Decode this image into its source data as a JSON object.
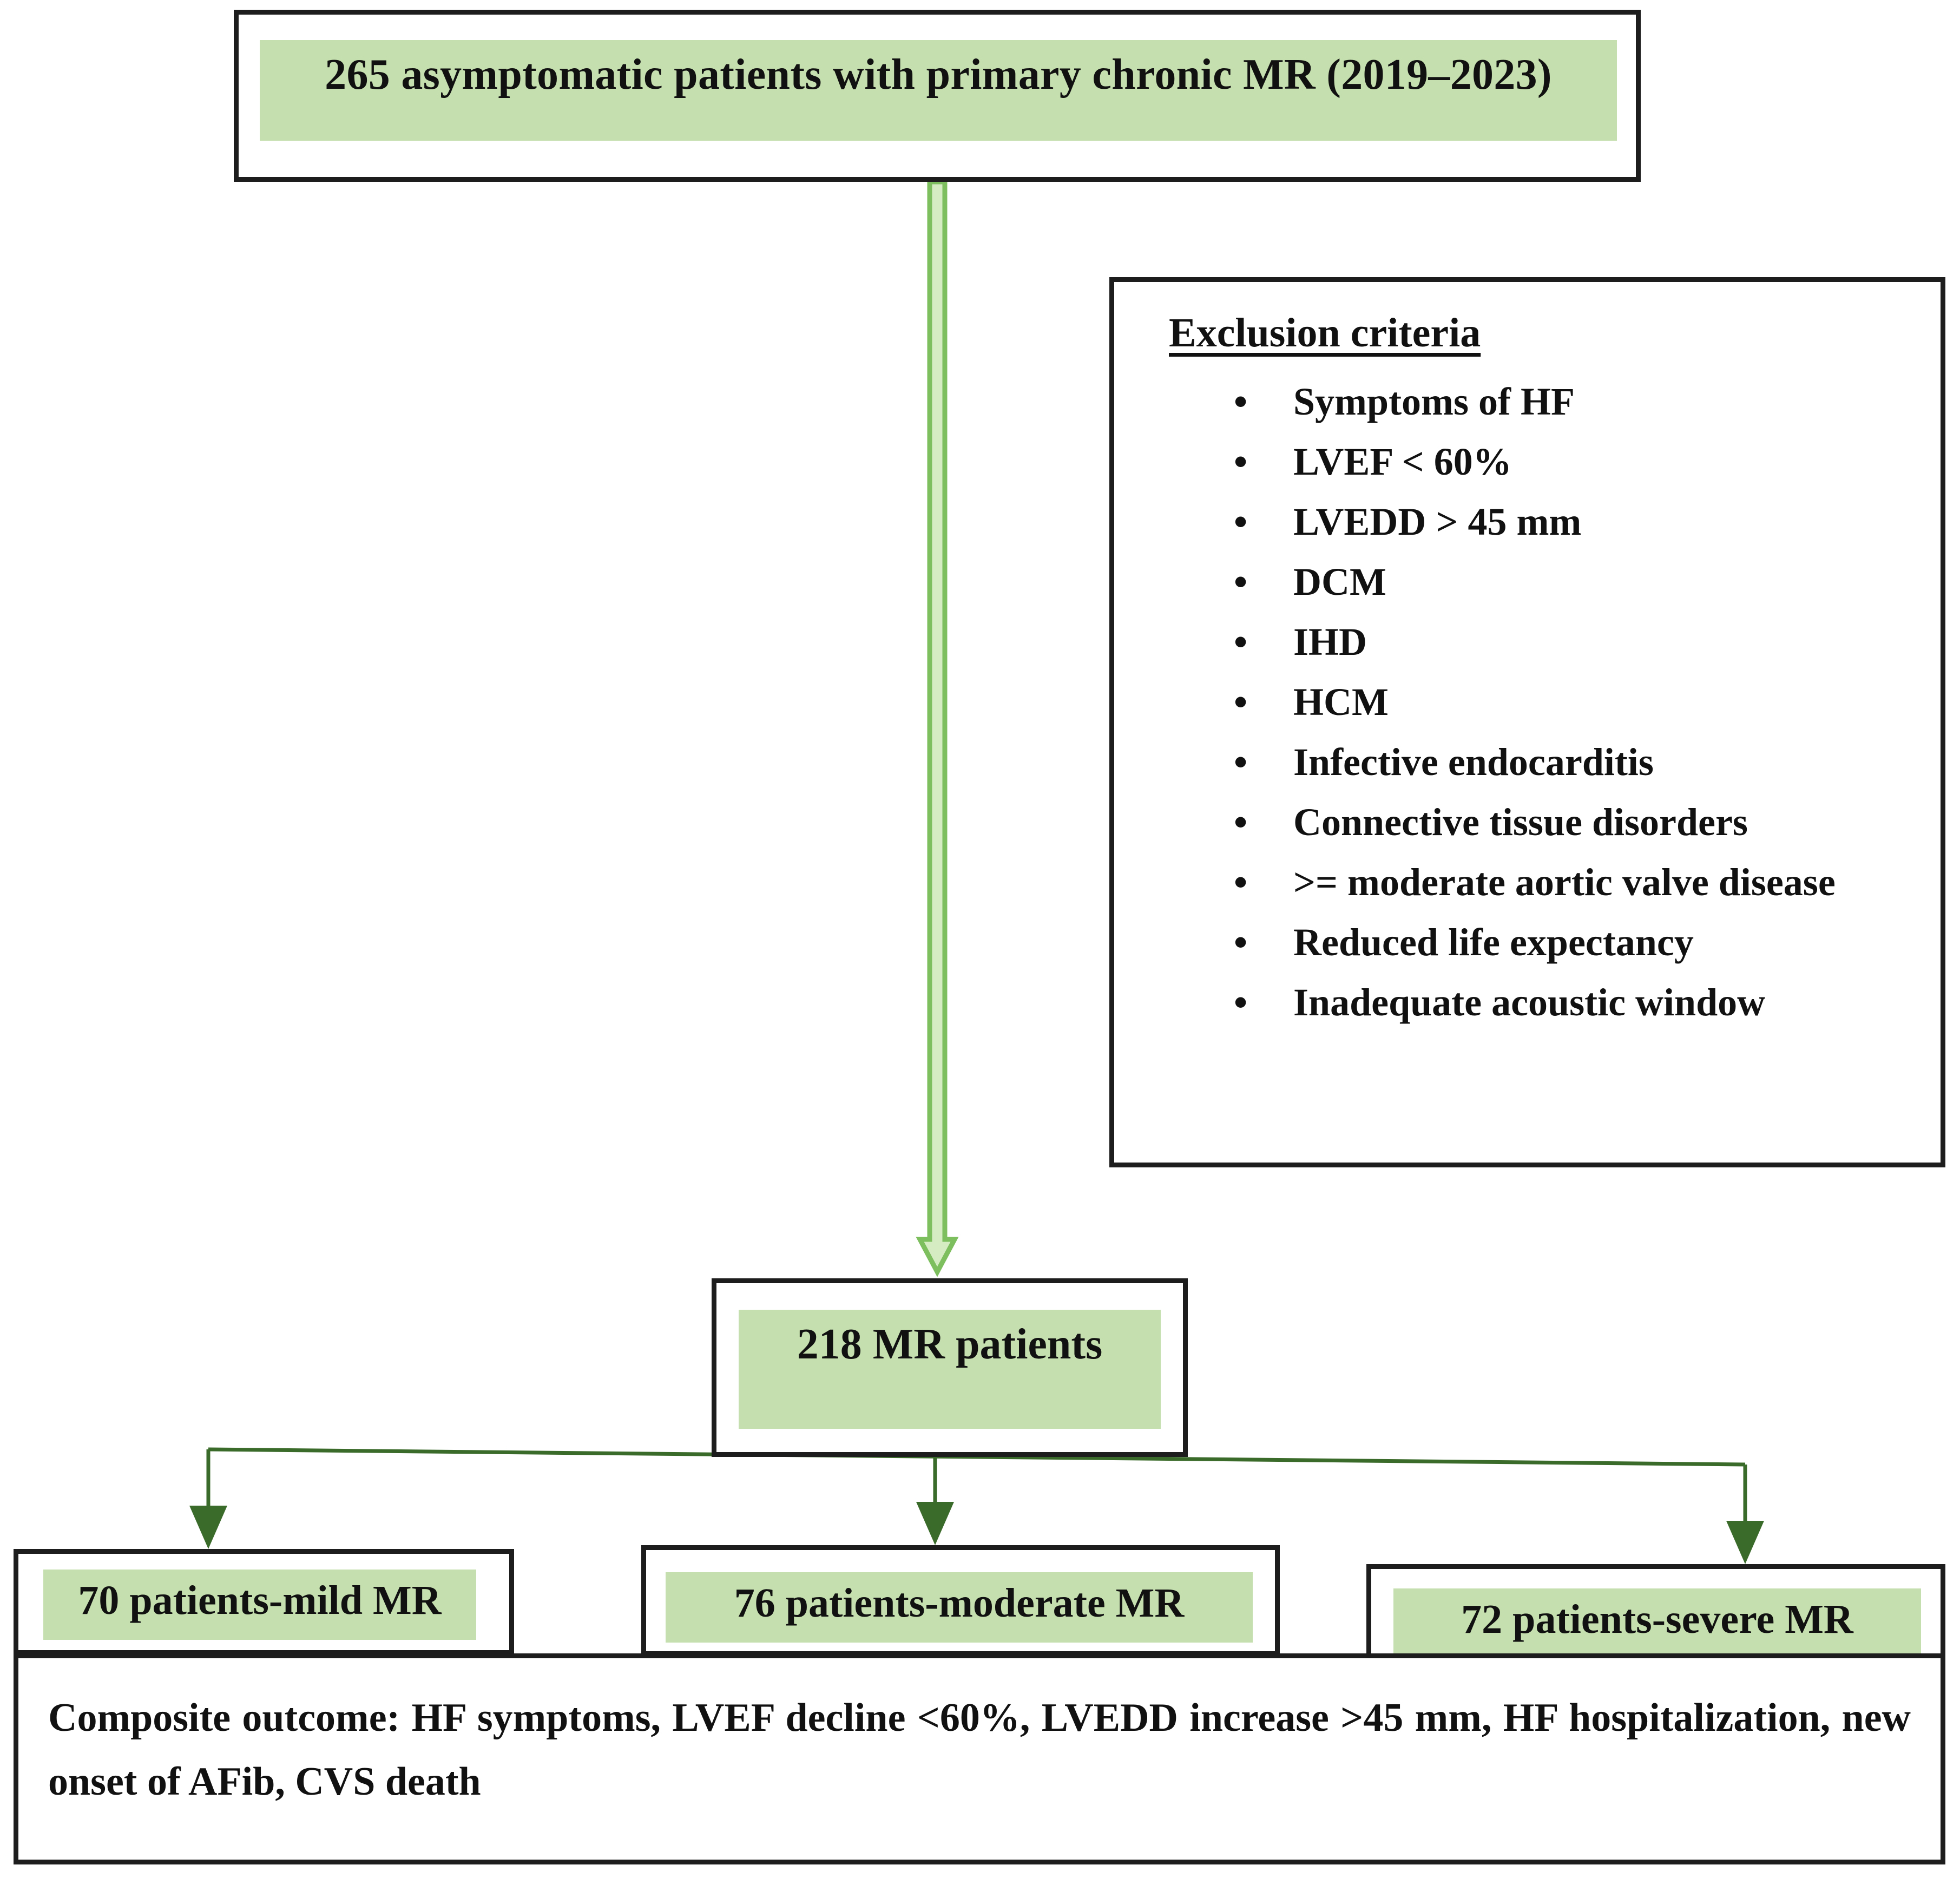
{
  "diagram": {
    "title": "Study flow diagram of asymptomatic primary chronic mitral regurgitation cohort",
    "colors": {
      "highlight_green": "#c5dfae",
      "box_border": "#1d1d1d",
      "arrow_light_green": "#7dbf5e",
      "arrow_dark_green": "#3b6b2a",
      "text": "#111111",
      "background": "#ffffff"
    }
  },
  "nodes": {
    "cohort": {
      "label": "265 asymptomatic patients with primary chronic MR (2019–2023)",
      "count": 265,
      "period": "2019–2023"
    },
    "exclusion": {
      "title": "Exclusion criteria",
      "bullet_glyph": "•",
      "items": [
        "Symptoms of HF",
        "LVEF < 60%",
        "LVEDD > 45 mm",
        "DCM",
        "IHD",
        "HCM",
        "Infective endocarditis",
        "Connective tissue disorders",
        ">= moderate aortic valve disease",
        "Reduced life expectancy",
        "Inadequate acoustic window"
      ]
    },
    "included": {
      "label": "218 MR patients",
      "count": 218
    },
    "groups": [
      {
        "label": "70 patients-mild MR",
        "count": 70,
        "severity": "mild"
      },
      {
        "label": "76 patients-moderate MR",
        "count": 76,
        "severity": "moderate"
      },
      {
        "label": "72 patients-severe MR",
        "count": 72,
        "severity": "severe"
      }
    ],
    "outcome": {
      "label": "Composite outcome: HF symptoms, LVEF decline <60%, LVEDD increase >45 mm, HF hospitalization, new onset of AFib, CVS death"
    }
  }
}
